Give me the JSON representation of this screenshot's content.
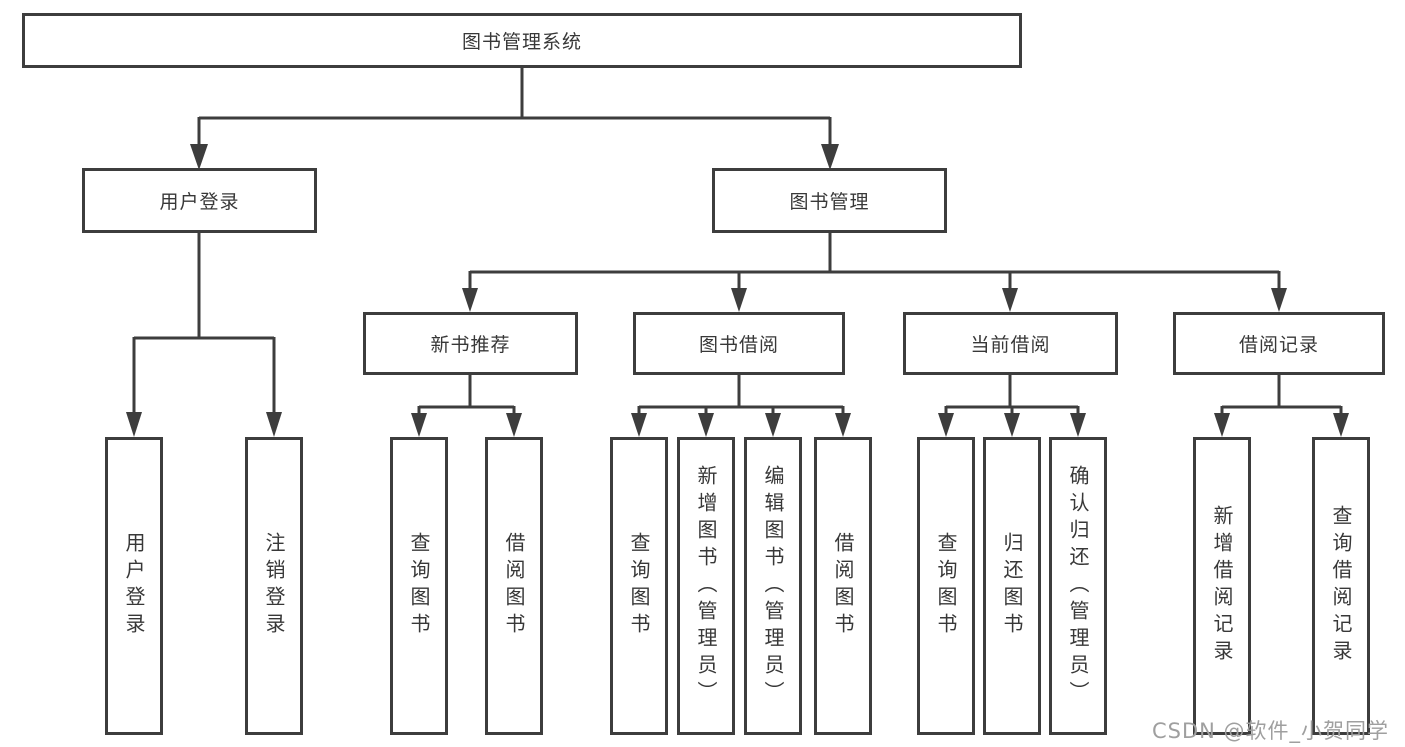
{
  "diagram_type": "hierarchy-tree",
  "tree": {
    "label": "图书管理系统",
    "children": [
      {
        "label": "用户登录",
        "children": [
          {
            "label": "用户登录"
          },
          {
            "label": "注销登录"
          }
        ]
      },
      {
        "label": "图书管理",
        "children": [
          {
            "label": "新书推荐",
            "children": [
              {
                "label": "查询图书"
              },
              {
                "label": "借阅图书"
              }
            ]
          },
          {
            "label": "图书借阅",
            "children": [
              {
                "label": "查询图书"
              },
              {
                "label": "新增图书（管理员）"
              },
              {
                "label": "编辑图书（管理员）"
              },
              {
                "label": "借阅图书"
              }
            ]
          },
          {
            "label": "当前借阅",
            "children": [
              {
                "label": "查询图书"
              },
              {
                "label": "归还图书"
              },
              {
                "label": "确认归还（管理员）"
              }
            ]
          },
          {
            "label": "借阅记录",
            "children": [
              {
                "label": "新增借阅记录"
              },
              {
                "label": "查询借阅记录"
              }
            ]
          }
        ]
      }
    ]
  },
  "watermark": {
    "text": "CSDN @软件_小贺同学"
  },
  "colors": {
    "line": "#3d3d3d",
    "box_border": "#3d3d3d",
    "text": "#383838",
    "watermark": "#9f9f9f",
    "background": "#ffffff"
  }
}
